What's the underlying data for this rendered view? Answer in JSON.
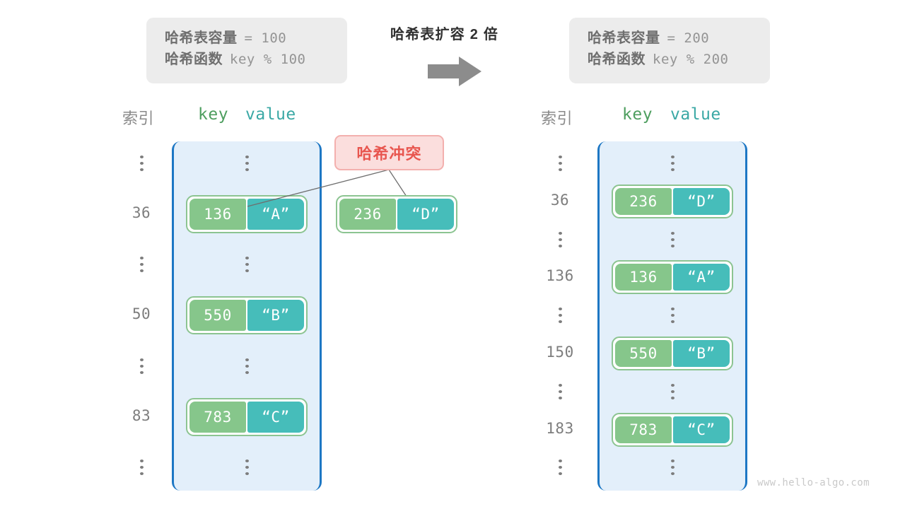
{
  "center": {
    "title": "哈希表扩容 2 倍",
    "arrow_icon": "right-arrow-icon"
  },
  "left_panel": {
    "info": {
      "capacity_label": "哈希表容量",
      "capacity_value": "= 100",
      "function_label": "哈希函数",
      "function_value": "key % 100"
    },
    "headers": {
      "index": "索引",
      "key": "key",
      "value": "value"
    },
    "rows": [
      {
        "index": "⋮",
        "type": "ellipsis"
      },
      {
        "index": "36",
        "type": "entry",
        "key": "136",
        "value": "“A”"
      },
      {
        "index": "⋮",
        "type": "ellipsis"
      },
      {
        "index": "50",
        "type": "entry",
        "key": "550",
        "value": "“B”"
      },
      {
        "index": "⋮",
        "type": "ellipsis"
      },
      {
        "index": "83",
        "type": "entry",
        "key": "783",
        "value": "“C”"
      },
      {
        "index": "⋮",
        "type": "ellipsis"
      }
    ]
  },
  "collision": {
    "label": "哈希冲突",
    "orphan_entry": {
      "key": "236",
      "value": "“D”"
    }
  },
  "right_panel": {
    "info": {
      "capacity_label": "哈希表容量",
      "capacity_value": "= 200",
      "function_label": "哈希函数",
      "function_value": "key % 200"
    },
    "headers": {
      "index": "索引",
      "key": "key",
      "value": "value"
    },
    "rows": [
      {
        "index": "⋮",
        "type": "ellipsis"
      },
      {
        "index": "36",
        "type": "entry",
        "key": "236",
        "value": "“D”"
      },
      {
        "index": "⋮",
        "type": "ellipsis"
      },
      {
        "index": "136",
        "type": "entry",
        "key": "136",
        "value": "“A”"
      },
      {
        "index": "⋮",
        "type": "ellipsis"
      },
      {
        "index": "150",
        "type": "entry",
        "key": "550",
        "value": "“B”"
      },
      {
        "index": "⋮",
        "type": "ellipsis"
      },
      {
        "index": "183",
        "type": "entry",
        "key": "783",
        "value": "“C”"
      },
      {
        "index": "⋮",
        "type": "ellipsis"
      }
    ]
  },
  "watermark": "www.hello-algo.com",
  "colors": {
    "key_cell": "#86c68b",
    "value_cell": "#46bdba",
    "pair_border": "#8cc491",
    "frame_border": "#1d77c4",
    "frame_fill": "#e3effa",
    "collision_bg": "#fbdedd",
    "collision_text": "#e8564f",
    "info_bg": "#ececec",
    "arrow": "#8c8c8c"
  }
}
